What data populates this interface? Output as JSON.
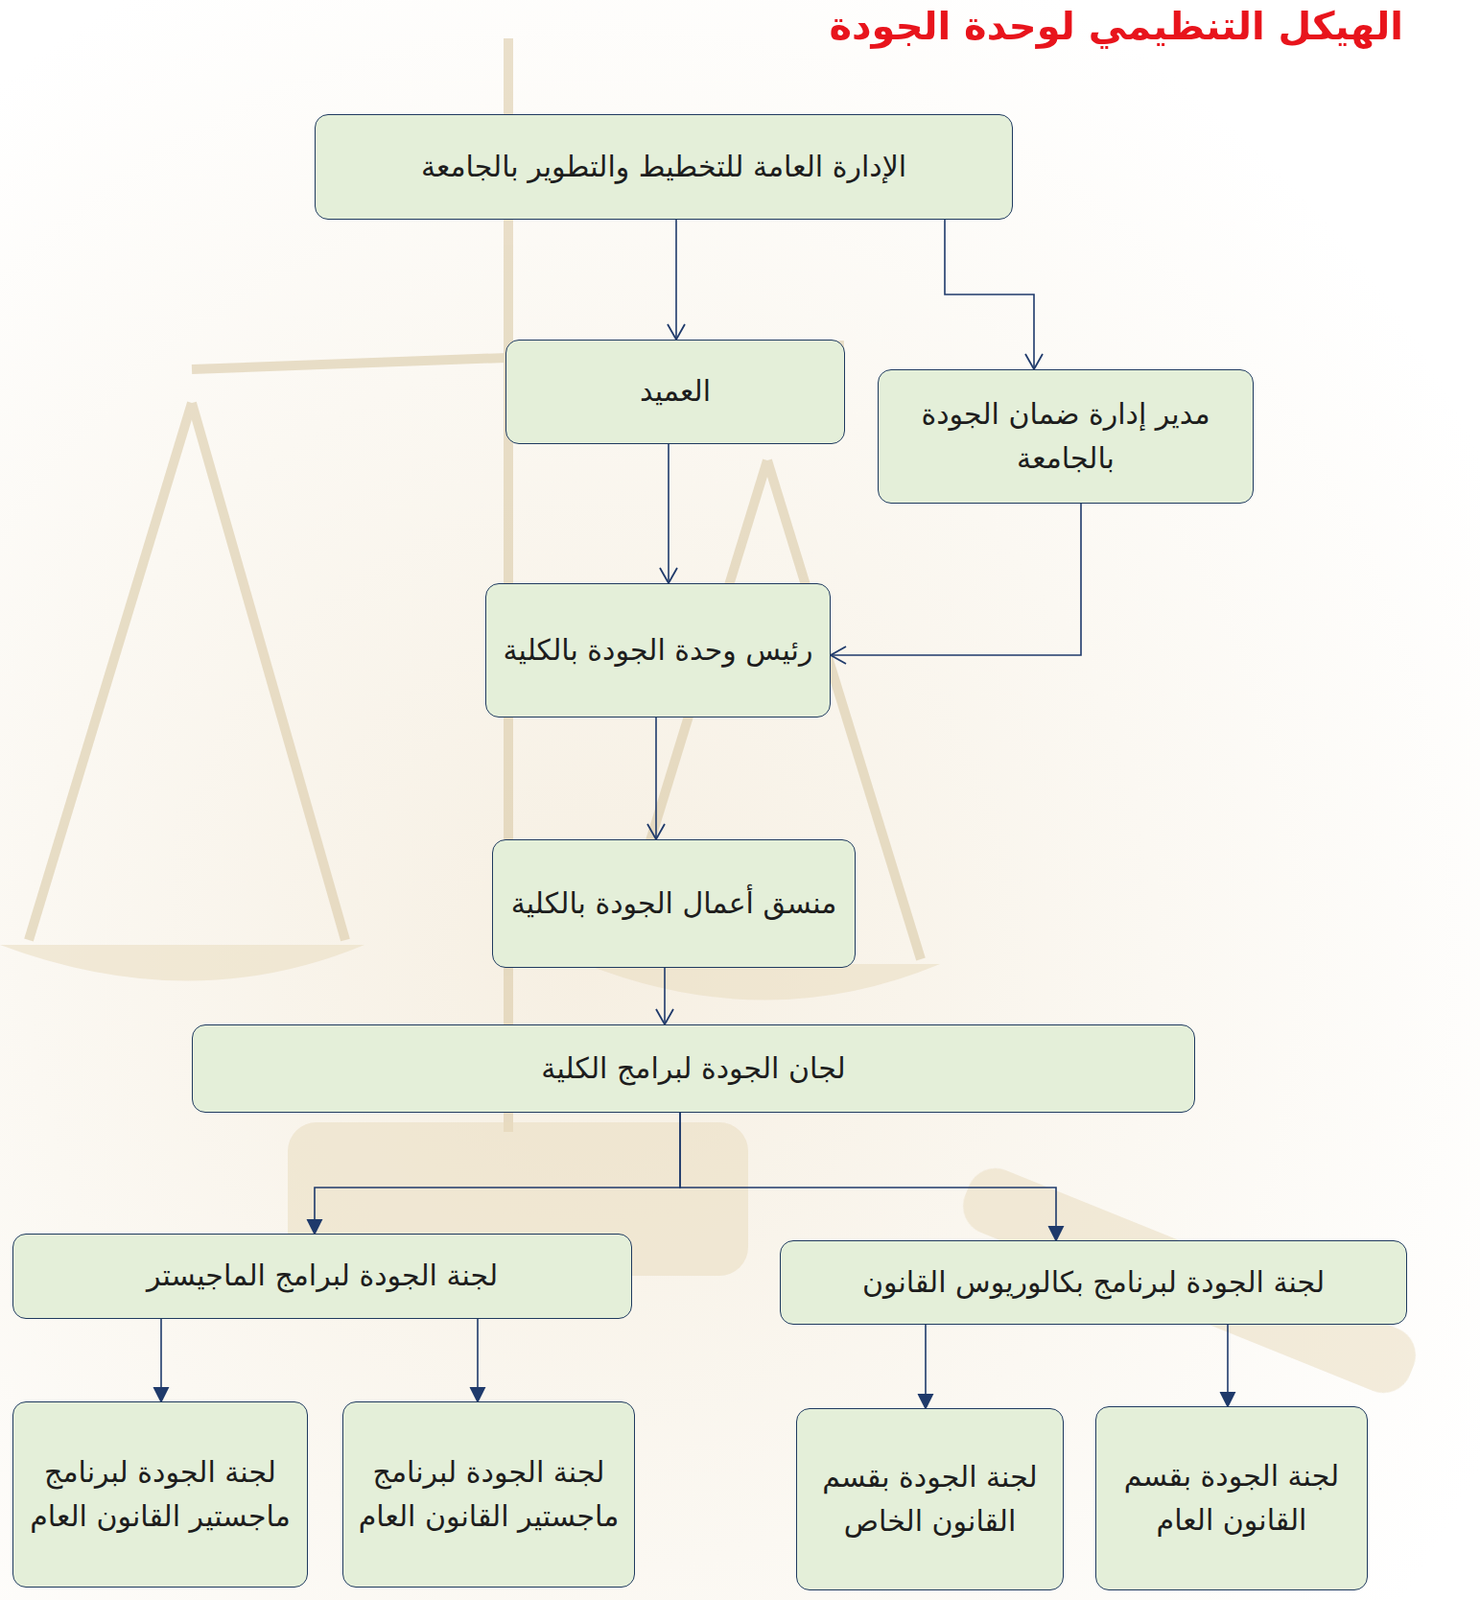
{
  "diagram": {
    "title": "الهيكل التنظيمي لوحدة الجودة",
    "nodes": [
      {
        "text": [
          "الإدارة العامة للتخطيط والتطوير بالجامعة"
        ]
      },
      {
        "text": [
          "مدير إدارة ضمان الجودة بالجامعة"
        ]
      },
      {
        "text": [
          "العميد"
        ]
      },
      {
        "text": [
          "رئيس وحدة الجودة بالكلية"
        ]
      },
      {
        "text": [
          "منسق أعمال الجودة بالكلية"
        ]
      },
      {
        "text": [
          "لجان الجودة لبرامج الكلية"
        ]
      },
      {
        "text": [
          "لجنة الجودة لبرنامج بكالوريوس القانون"
        ]
      },
      {
        "text": [
          "لجنة الجودة لبرامج الماجيستر"
        ]
      },
      {
        "text": [
          "لجنة الجودة بقسم القانون العام"
        ]
      },
      {
        "text": [
          "لجنة الجودة بقسم القانون الخاص"
        ]
      },
      {
        "text": [
          "لجنة الجودة لبرنامج ماجستير القانون العام"
        ]
      },
      {
        "text": [
          "لجنة الجودة لبرنامج ماجستير القانون العام"
        ]
      }
    ],
    "edges": [
      {
        "from": 0,
        "to": 1,
        "arrow": "to"
      },
      {
        "from": 0,
        "to": 2,
        "arrow": "to"
      },
      {
        "from": 2,
        "to": 3,
        "arrow": "to"
      },
      {
        "from": 1,
        "to": 3,
        "arrow": "to"
      },
      {
        "from": 3,
        "to": 4,
        "arrow": "to"
      },
      {
        "from": 4,
        "to": 5,
        "arrow": "to"
      },
      {
        "from": 5,
        "to": 6,
        "arrow": "to"
      },
      {
        "from": 5,
        "to": 7,
        "arrow": "to"
      },
      {
        "from": 6,
        "to": 8,
        "arrow": "to"
      },
      {
        "from": 6,
        "to": 9,
        "arrow": "to"
      },
      {
        "from": 7,
        "to": 10,
        "arrow": "to"
      },
      {
        "from": 7,
        "to": 11,
        "arrow": "to"
      }
    ]
  }
}
